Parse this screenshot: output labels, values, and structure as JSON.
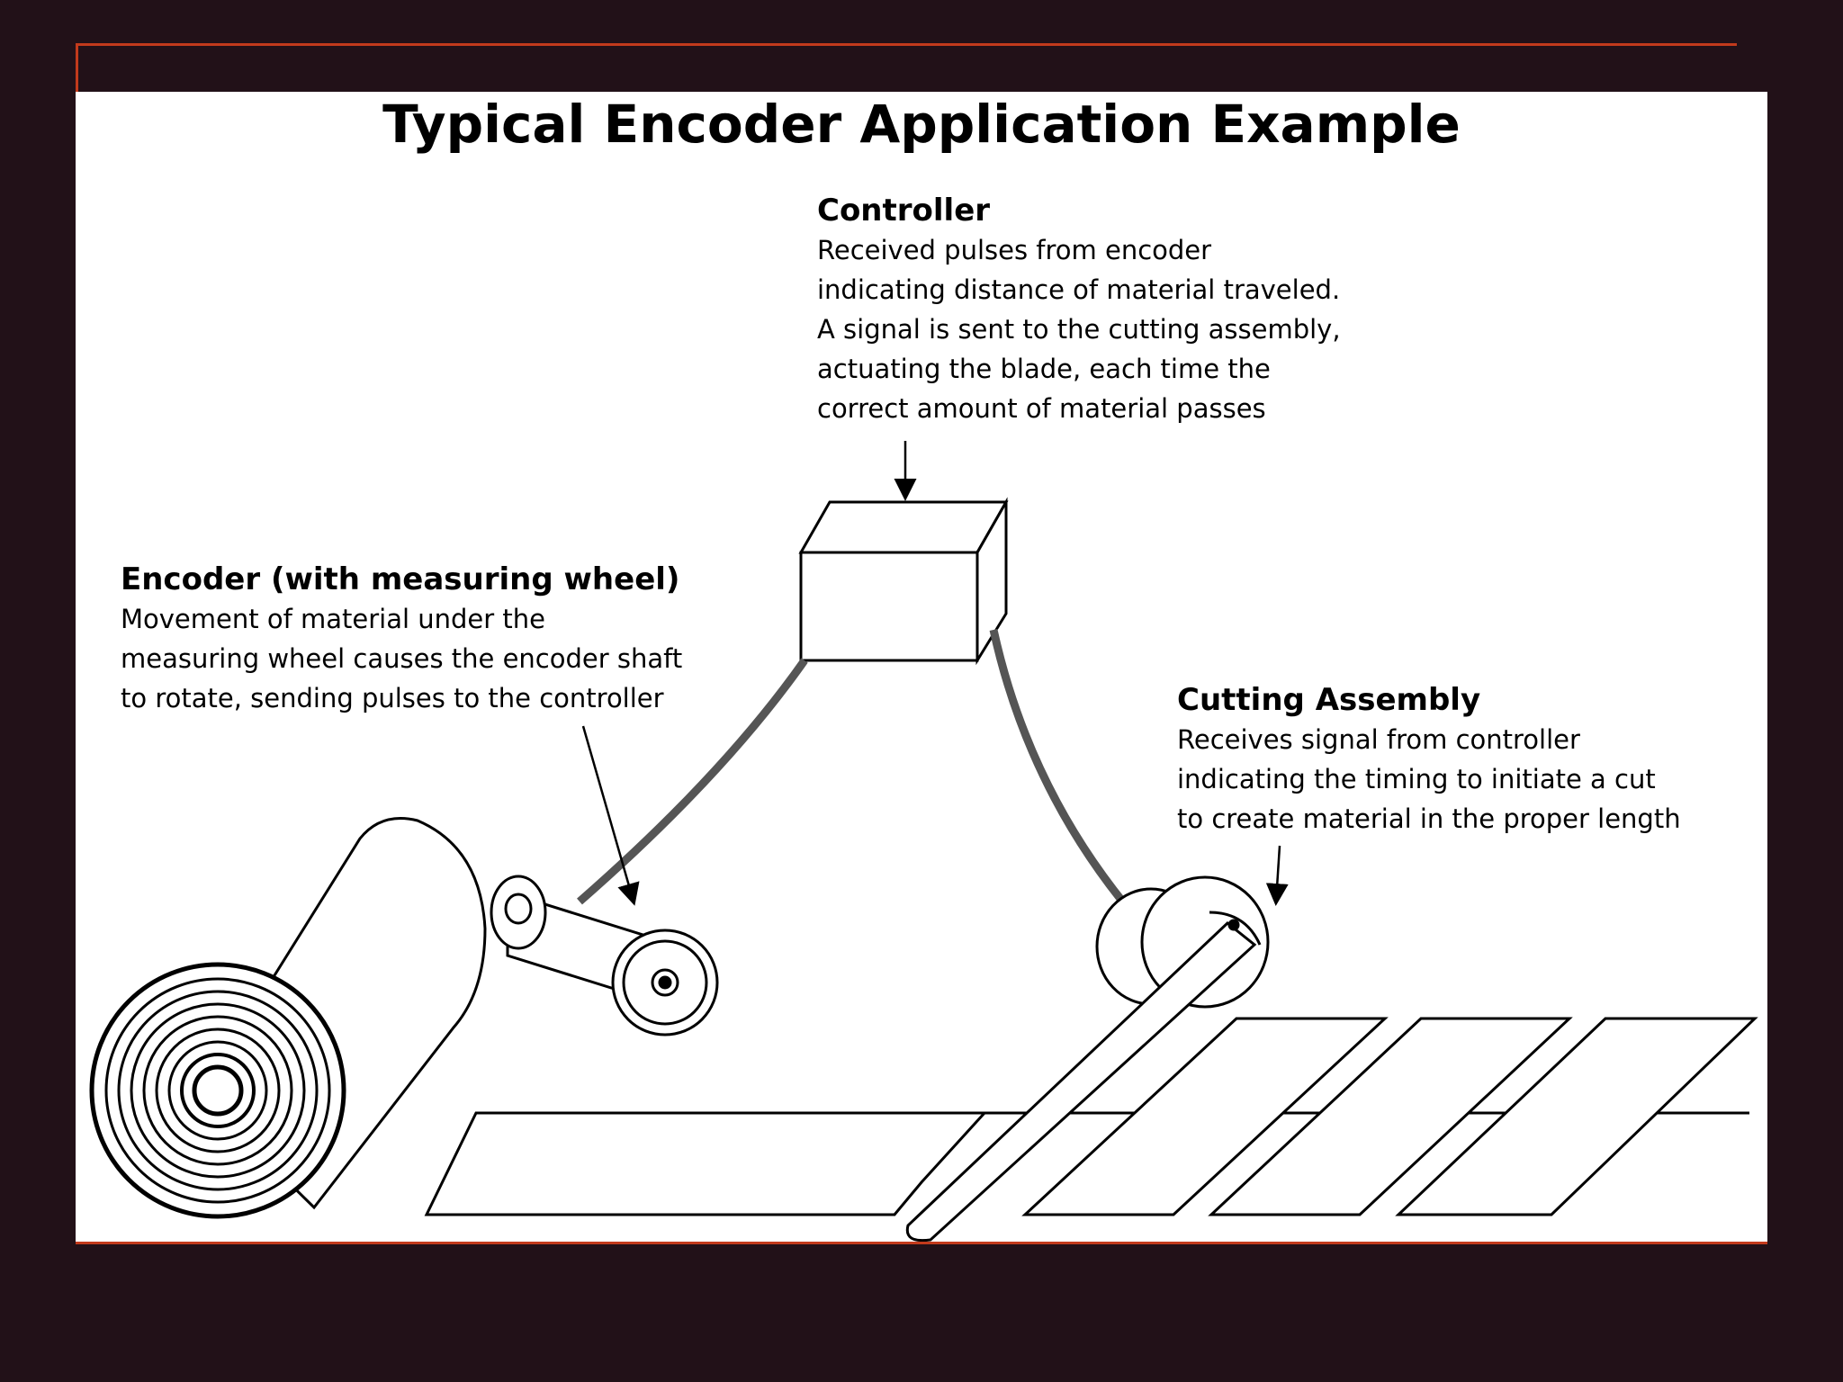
{
  "colors": {
    "background": "#221118",
    "accent": "#c23a1c",
    "panel": "#ffffff",
    "ink": "#000000",
    "cable": "#555555"
  },
  "title": "Typical Encoder Application Example",
  "controller": {
    "heading": "Controller",
    "lines": [
      "Received pulses from encoder",
      "indicating distance of material traveled.",
      "A signal is sent to the cutting assembly,",
      "actuating the blade, each time the",
      "correct amount of material passes"
    ]
  },
  "encoder": {
    "heading": "Encoder (with measuring wheel)",
    "lines": [
      "Movement of material under the",
      "measuring wheel causes the encoder shaft",
      "to rotate, sending pulses to the controller"
    ]
  },
  "cutting": {
    "heading": "Cutting Assembly",
    "lines": [
      "Receives signal from controller",
      "indicating the timing to initiate a cut",
      "to create material in the proper length"
    ]
  }
}
